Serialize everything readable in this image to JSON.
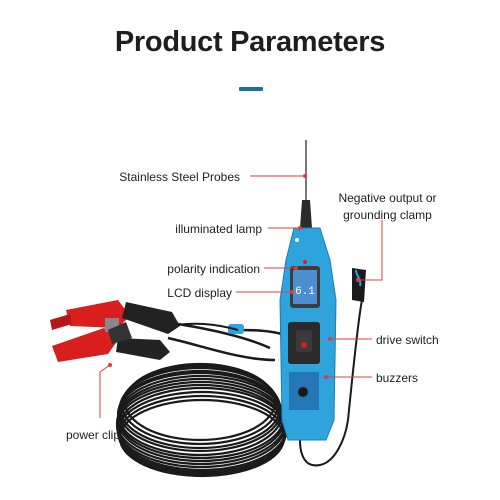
{
  "title": "Product Parameters",
  "colors": {
    "accent": "#1d6fa8",
    "device_body": "#2ea3dc",
    "leader_line": "#e23b3b",
    "cable": "#1a1a1a",
    "clamp_red": "#d91e1e",
    "clamp_black": "#222222"
  },
  "labels": {
    "probes": "Stainless Steel Probes",
    "lamp": "illuminated lamp",
    "polarity": "polarity indication",
    "lcd": "LCD display",
    "power_clip": "power clip",
    "negative_output": "Negative output or grounding clamp",
    "drive_switch": "drive switch",
    "buzzers": "buzzers"
  },
  "lcd_reading": "6.1"
}
